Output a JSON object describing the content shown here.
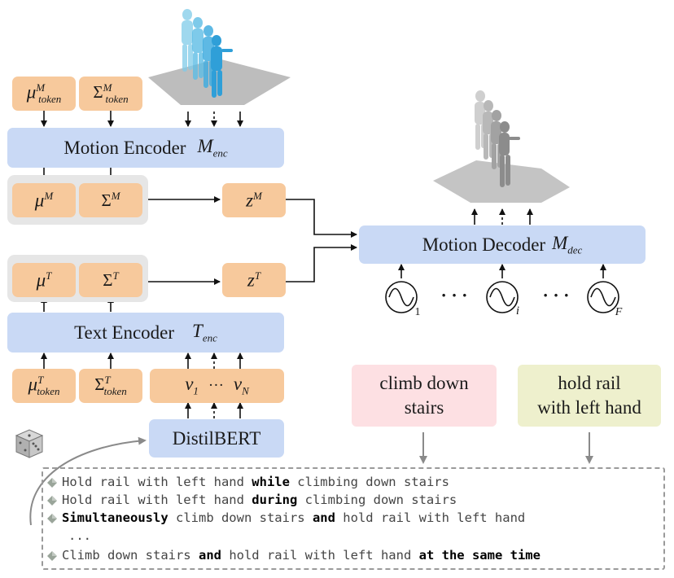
{
  "motion_encoder": {
    "label": "Motion Encoder",
    "symbol": "M",
    "sub": "enc"
  },
  "text_encoder": {
    "label": "Text Encoder",
    "symbol": "T",
    "sub": "enc"
  },
  "motion_decoder": {
    "label": "Motion Decoder",
    "symbol": "M",
    "sub": "dec"
  },
  "distilbert": {
    "label": "DistilBERT"
  },
  "tokens": {
    "mu": "μ",
    "sigma": "Σ",
    "token": "token",
    "M": "M",
    "T": "T",
    "z": "z",
    "v": "v",
    "v1": "1",
    "vN": "N",
    "ellipsis": "···"
  },
  "time_inputs": {
    "first": "1",
    "middle": "i",
    "last": "F",
    "dots": "· · ·"
  },
  "captions": {
    "pink_line1": "climb down",
    "pink_line2": "stairs",
    "green_line1": "hold rail",
    "green_line2": "with left hand"
  },
  "sentences": [
    {
      "parts": [
        "Hold rail with left hand ",
        "while",
        " climbing down stairs"
      ]
    },
    {
      "parts": [
        "Hold rail with left hand ",
        "during",
        " climbing down stairs"
      ]
    },
    {
      "parts": [
        "Simultaneously",
        " climb down stairs ",
        "and",
        " hold rail with left hand"
      ]
    },
    {
      "parts": [
        "..."
      ]
    },
    {
      "parts": [
        "Climb down stairs ",
        "and",
        " hold rail with left hand ",
        "at the same time"
      ]
    }
  ],
  "colors": {
    "orange": "#f7c99c",
    "blue": "#c9d9f5",
    "gray_group": "#e6e6e6",
    "pink": "#fde0e3",
    "green": "#eef0cd",
    "figure_blue": "#4fb6e3",
    "figure_gray": "#9a9a9a"
  }
}
